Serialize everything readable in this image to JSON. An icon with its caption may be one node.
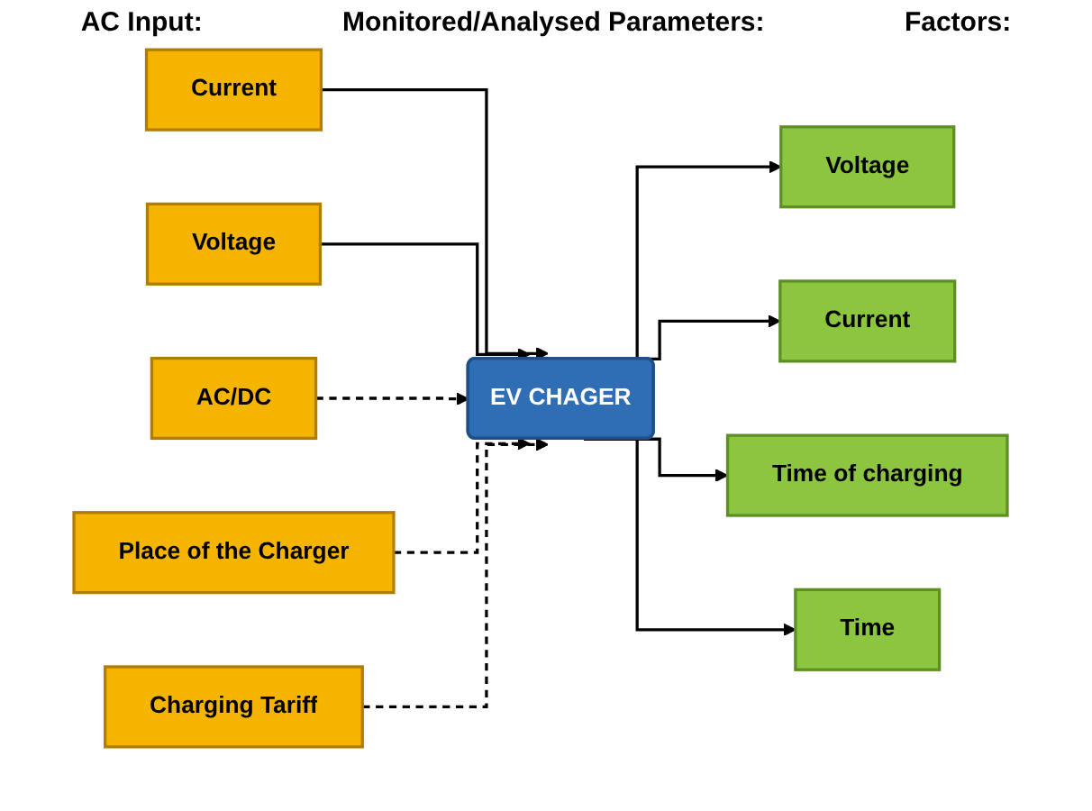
{
  "diagram": {
    "nodes": [
      {
        "text": [
          "Current"
        ]
      },
      {
        "text": [
          "Voltage"
        ]
      },
      {
        "text": [
          "EV CHAGER"
        ]
      },
      {
        "text": [
          "Voltage"
        ]
      },
      {
        "text": [
          "Current"
        ]
      },
      {
        "text": [
          "Time of charging"
        ]
      },
      {
        "text": [
          "Time"
        ]
      },
      {
        "text": [
          "AC/DC"
        ]
      },
      {
        "text": [
          "Place of the Charger"
        ]
      },
      {
        "text": [
          "Charging Tariff"
        ]
      }
    ],
    "edges": [
      {
        "from": 0,
        "to": 2,
        "arrow": "to"
      },
      {
        "from": 1,
        "to": 2,
        "arrow": "to"
      },
      {
        "from": 2,
        "to": 3,
        "arrow": "to"
      },
      {
        "from": 2,
        "to": 4,
        "arrow": "to"
      },
      {
        "from": 2,
        "to": 5,
        "arrow": "to"
      },
      {
        "from": 2,
        "to": 6,
        "arrow": "to"
      },
      {
        "from": 7,
        "to": 2,
        "arrow": "to",
        "style": "dashed"
      },
      {
        "from": 8,
        "to": 2,
        "arrow": "to",
        "style": "dashed"
      },
      {
        "from": 9,
        "to": 2,
        "arrow": "to",
        "style": "dashed"
      }
    ],
    "labels": [
      "AC Input:",
      "Monitored/Analysed Parameters:",
      "Factors:"
    ]
  }
}
